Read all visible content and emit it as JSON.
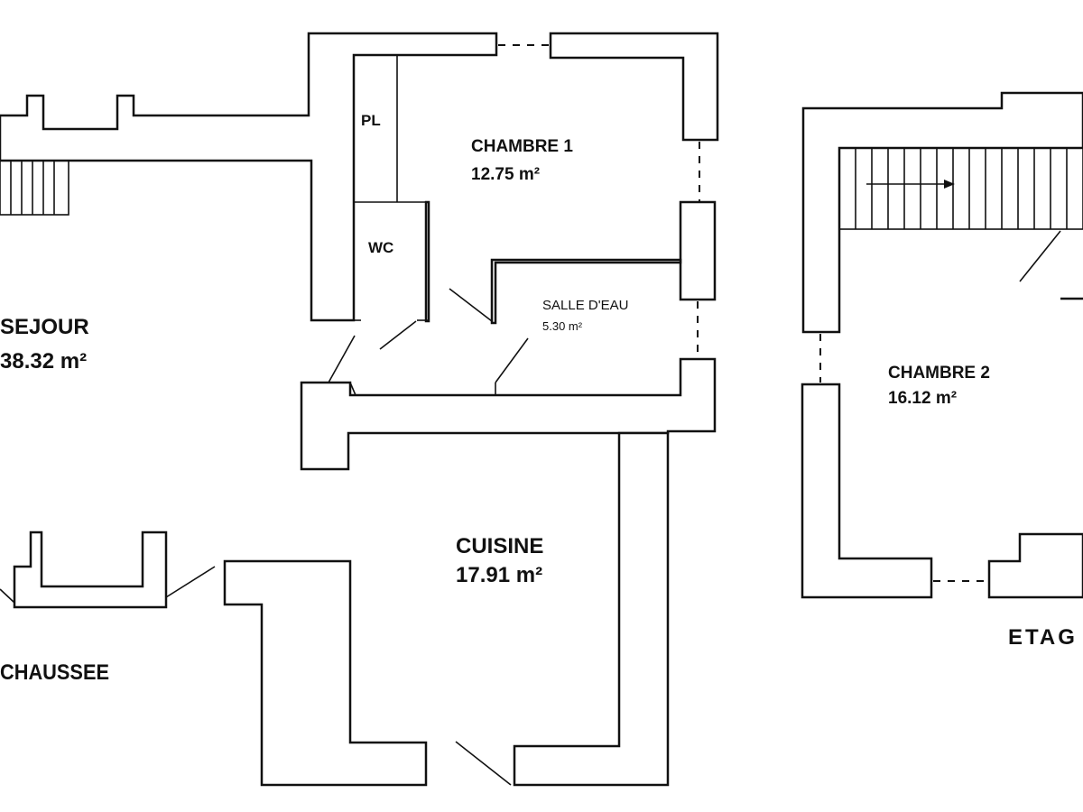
{
  "rooms": {
    "sejour": {
      "name": "SEJOUR",
      "area": "38.32 m²"
    },
    "chambre1": {
      "name": "CHAMBRE 1",
      "area": "12.75 m²"
    },
    "pl": {
      "name": "PL"
    },
    "wc": {
      "name": "WC"
    },
    "salle_deau": {
      "name": "SALLE D'EAU",
      "area": "5.30 m²"
    },
    "cuisine": {
      "name": "CUISINE",
      "area": "17.91 m²"
    },
    "chambre2": {
      "name": "CHAMBRE 2",
      "area": "16.12 m²"
    }
  },
  "levels": {
    "ground": "CHAUSSEE",
    "upper": "ETAG"
  }
}
